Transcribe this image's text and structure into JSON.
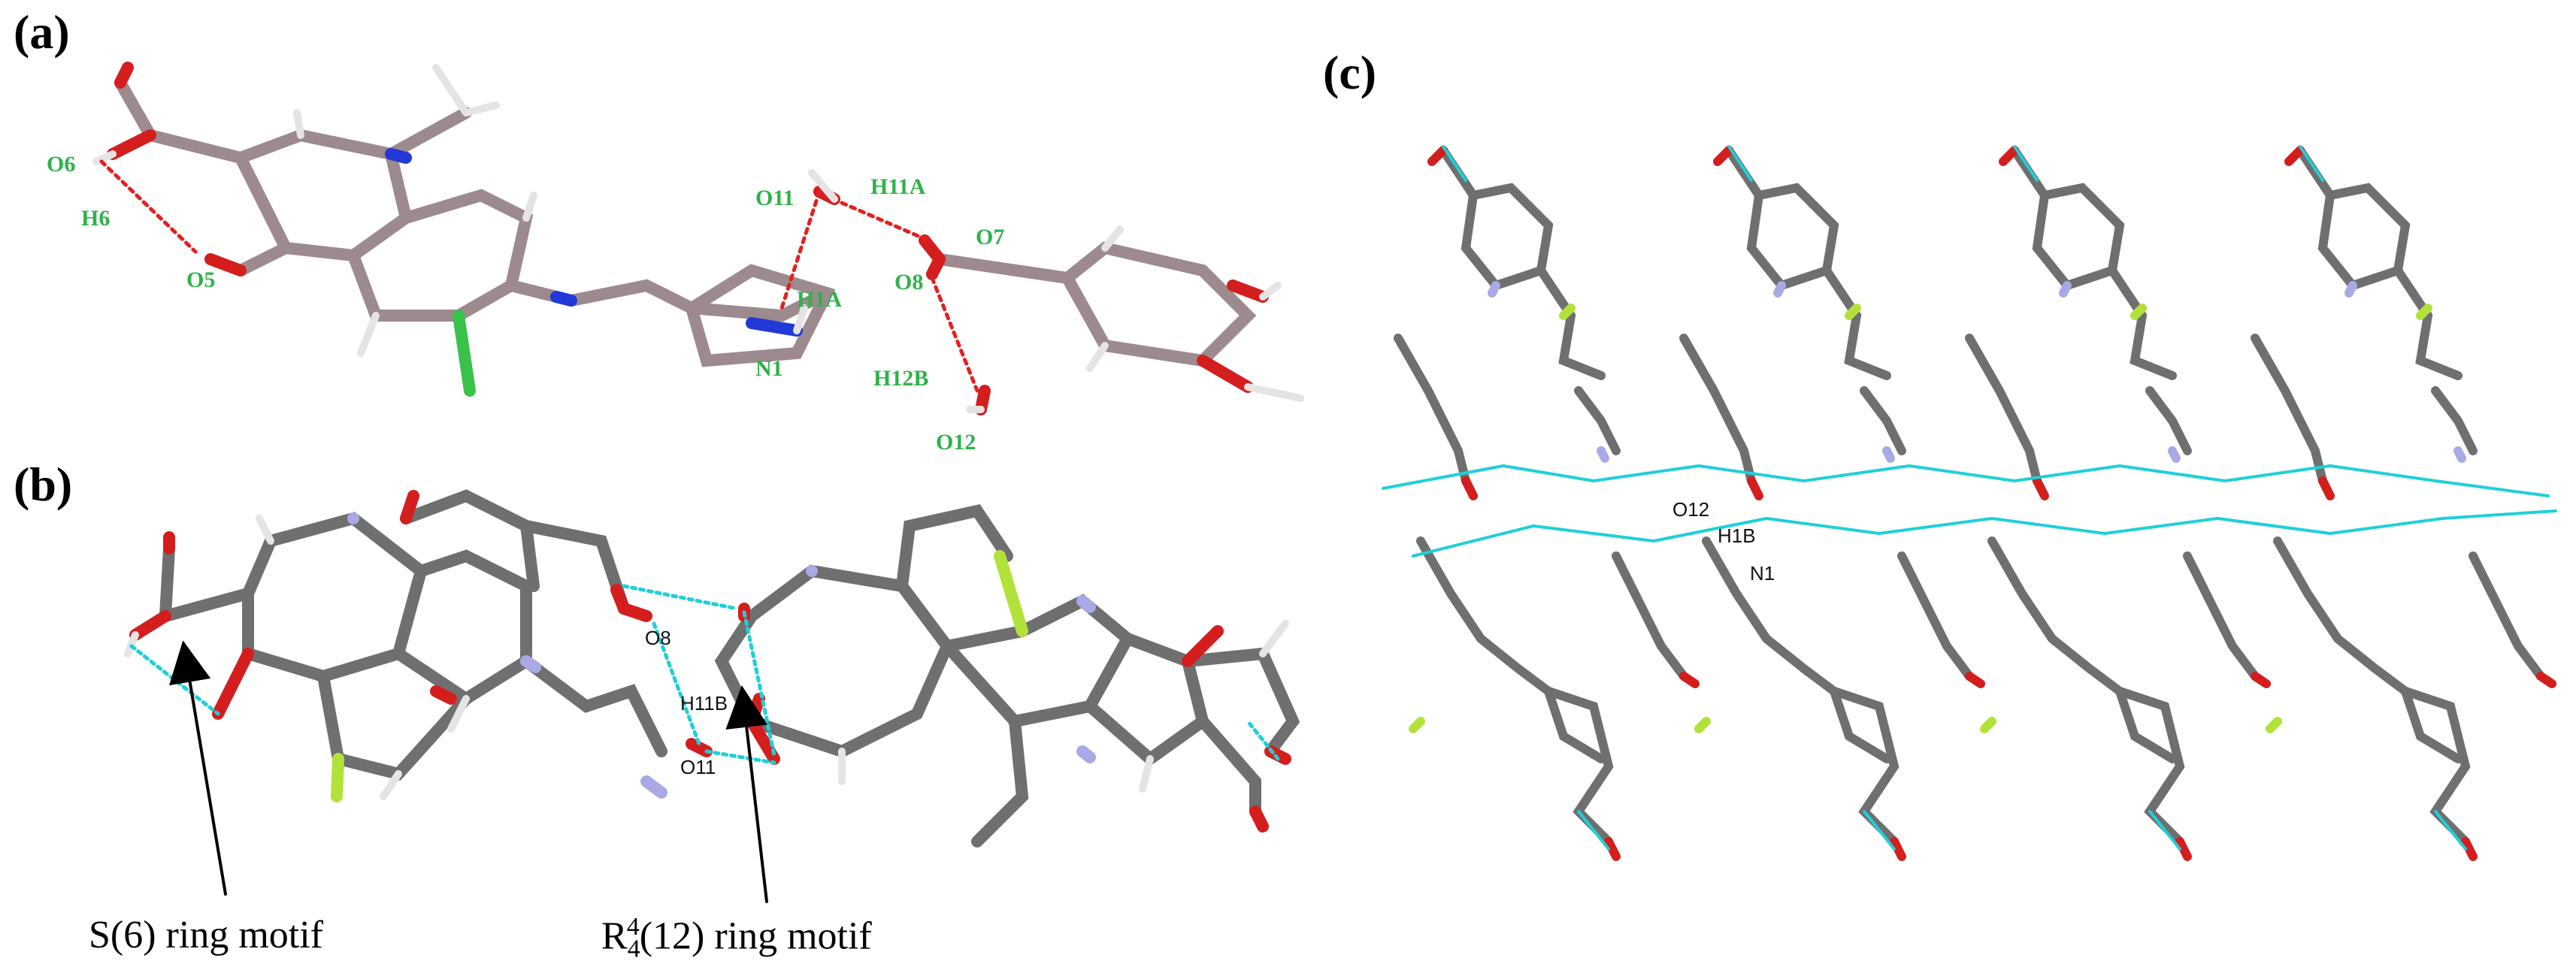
{
  "panels": {
    "a": {
      "letter": "(a)"
    },
    "b": {
      "letter": "(b)"
    },
    "c": {
      "letter": "(c)"
    }
  },
  "labels_a": {
    "O6": "O6",
    "H6": "H6",
    "O5": "O5",
    "O11": "O11",
    "H11A": "H11A",
    "H1A": "H1A",
    "N1": "N1",
    "O7": "O7",
    "O8": "O8",
    "H12B": "H12B",
    "O12": "O12"
  },
  "labels_b": {
    "O8": "O8",
    "H11B": "H11B",
    "O11": "O11"
  },
  "labels_c": {
    "O12": "O12",
    "H1B": "H1B",
    "N1": "N1"
  },
  "captions": {
    "s6": "S(6) ring motif",
    "r_main": "R",
    "r_sub": "4",
    "r_sup": "4",
    "r_rest": "(12) ring motif"
  },
  "colors": {
    "carbon_a": "#9d8a8e",
    "carbon": "#6f6f6f",
    "oxygen": "#d41e1e",
    "nitrogen": "#2238d8",
    "nitrogen_light": "#a9a9e6",
    "fluorine": "#38c24a",
    "fluorine_light": "#b2e23a",
    "hydrogen": "#e4e4e4",
    "hbond_red": "#e32020",
    "hbond_cyan": "#1fd0d8",
    "label_green": "#2fb24a"
  }
}
